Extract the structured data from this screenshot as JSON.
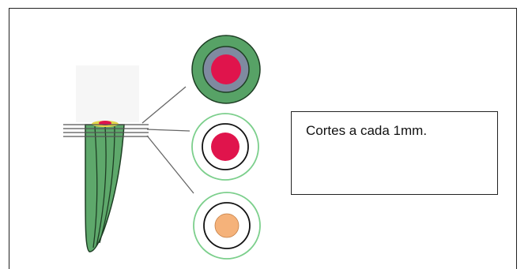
{
  "note": {
    "text": "Cortes a cada 1mm."
  },
  "colors": {
    "frame": "#222222",
    "root_green": "#5ea86b",
    "root_outline": "#1e3e24",
    "outer_ring_green": "#57a266",
    "grey_ring": "#7f8aa0",
    "red_core": "#e0144c",
    "orange_core": "#f5b27a",
    "thin_green_ring": "#7ccf8c",
    "yellow_tip": "#e3d54a",
    "pointer_line": "#666666"
  },
  "sections": [
    {
      "name": "section-1",
      "rings": [
        "outer_ring_green",
        "grey_ring",
        "red_core"
      ]
    },
    {
      "name": "section-2",
      "rings": [
        "thin_green_ring",
        "black_ring",
        "red_core"
      ]
    },
    {
      "name": "section-3",
      "rings": [
        "thin_green_ring",
        "black_ring",
        "orange_core"
      ]
    }
  ]
}
